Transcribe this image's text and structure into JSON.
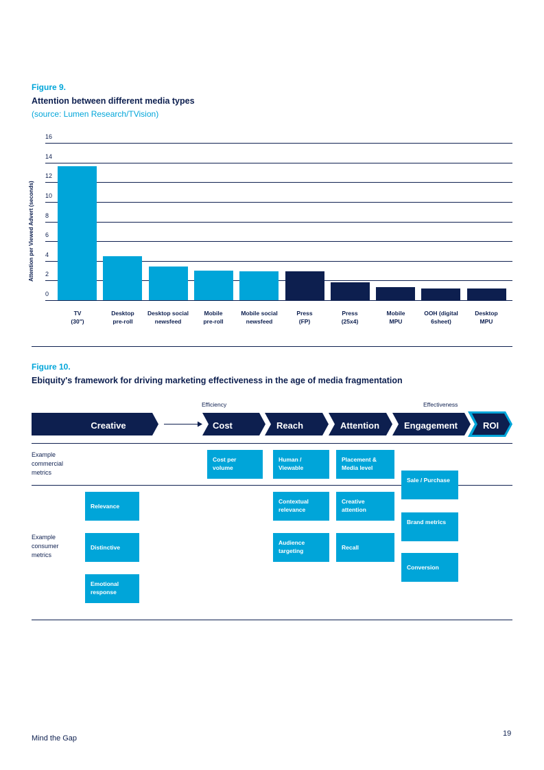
{
  "figure9": {
    "label": "Figure 9.",
    "title": "Attention between different media types",
    "source": "(source: Lumen Research/TVision)",
    "chart_data": {
      "type": "bar",
      "title": "Attention between different media types",
      "ylabel": "Attention per Viewed Advert (seconds)",
      "xlabel": "",
      "ylim": [
        0,
        16
      ],
      "yticks": [
        "0",
        "2",
        "4",
        "6",
        "8",
        "10",
        "12",
        "14",
        "16"
      ],
      "grid": true,
      "categories": [
        [
          "TV",
          "(30\")"
        ],
        [
          "Desktop",
          "pre-roll"
        ],
        [
          "Desktop social",
          "newsfeed"
        ],
        [
          "Mobile",
          "pre-roll"
        ],
        [
          "Mobile social",
          "newsfeed"
        ],
        [
          "Press",
          "(FP)"
        ],
        [
          "Press",
          "(25x4)"
        ],
        [
          "Mobile",
          "MPU"
        ],
        [
          "OOH (digital",
          "6sheet)"
        ],
        [
          "Desktop",
          "MPU"
        ]
      ],
      "values": [
        13.6,
        4.5,
        3.4,
        3.0,
        2.9,
        2.9,
        1.8,
        1.3,
        1.2,
        1.2
      ],
      "colors": [
        "#00a5d9",
        "#00a5d9",
        "#00a5d9",
        "#00a5d9",
        "#00a5d9",
        "#0d1f4f",
        "#0d1f4f",
        "#0d1f4f",
        "#0d1f4f",
        "#0d1f4f"
      ]
    }
  },
  "figure10": {
    "label": "Figure 10.",
    "title": "Ebiquity's framework for driving marketing effectiveness in the age of media fragmentation",
    "efficiency_label": "Efficiency",
    "effectiveness_label": "Effectiveness",
    "steps": {
      "creative": "Creative",
      "cost": "Cost",
      "reach": "Reach",
      "attention": "Attention",
      "engagement": "Engagement",
      "roi": "ROI"
    },
    "row_labels": {
      "commercial": "Example commercial metrics",
      "consumer": "Example consumer metrics"
    },
    "boxes": {
      "cost_per_volume": "Cost per volume",
      "human_viewable": "Human / Viewable",
      "placement_media": "Placement & Media level",
      "sale_purchase": "Sale / Purchase",
      "relevance": "Relevance",
      "contextual_relevance": "Contextual relevance",
      "creative_attention": "Creative attention",
      "brand_metrics": "Brand metrics",
      "distinctive": "Distinctive",
      "audience_targeting": "Audience targeting",
      "recall": "Recall",
      "conversion": "Conversion",
      "emotional_response": "Emotional response"
    },
    "colors": {
      "navy": "#0d1f4f",
      "cyan": "#00a5d9"
    }
  },
  "footer": {
    "doc_title": "Mind the Gap",
    "page_number": "19"
  }
}
